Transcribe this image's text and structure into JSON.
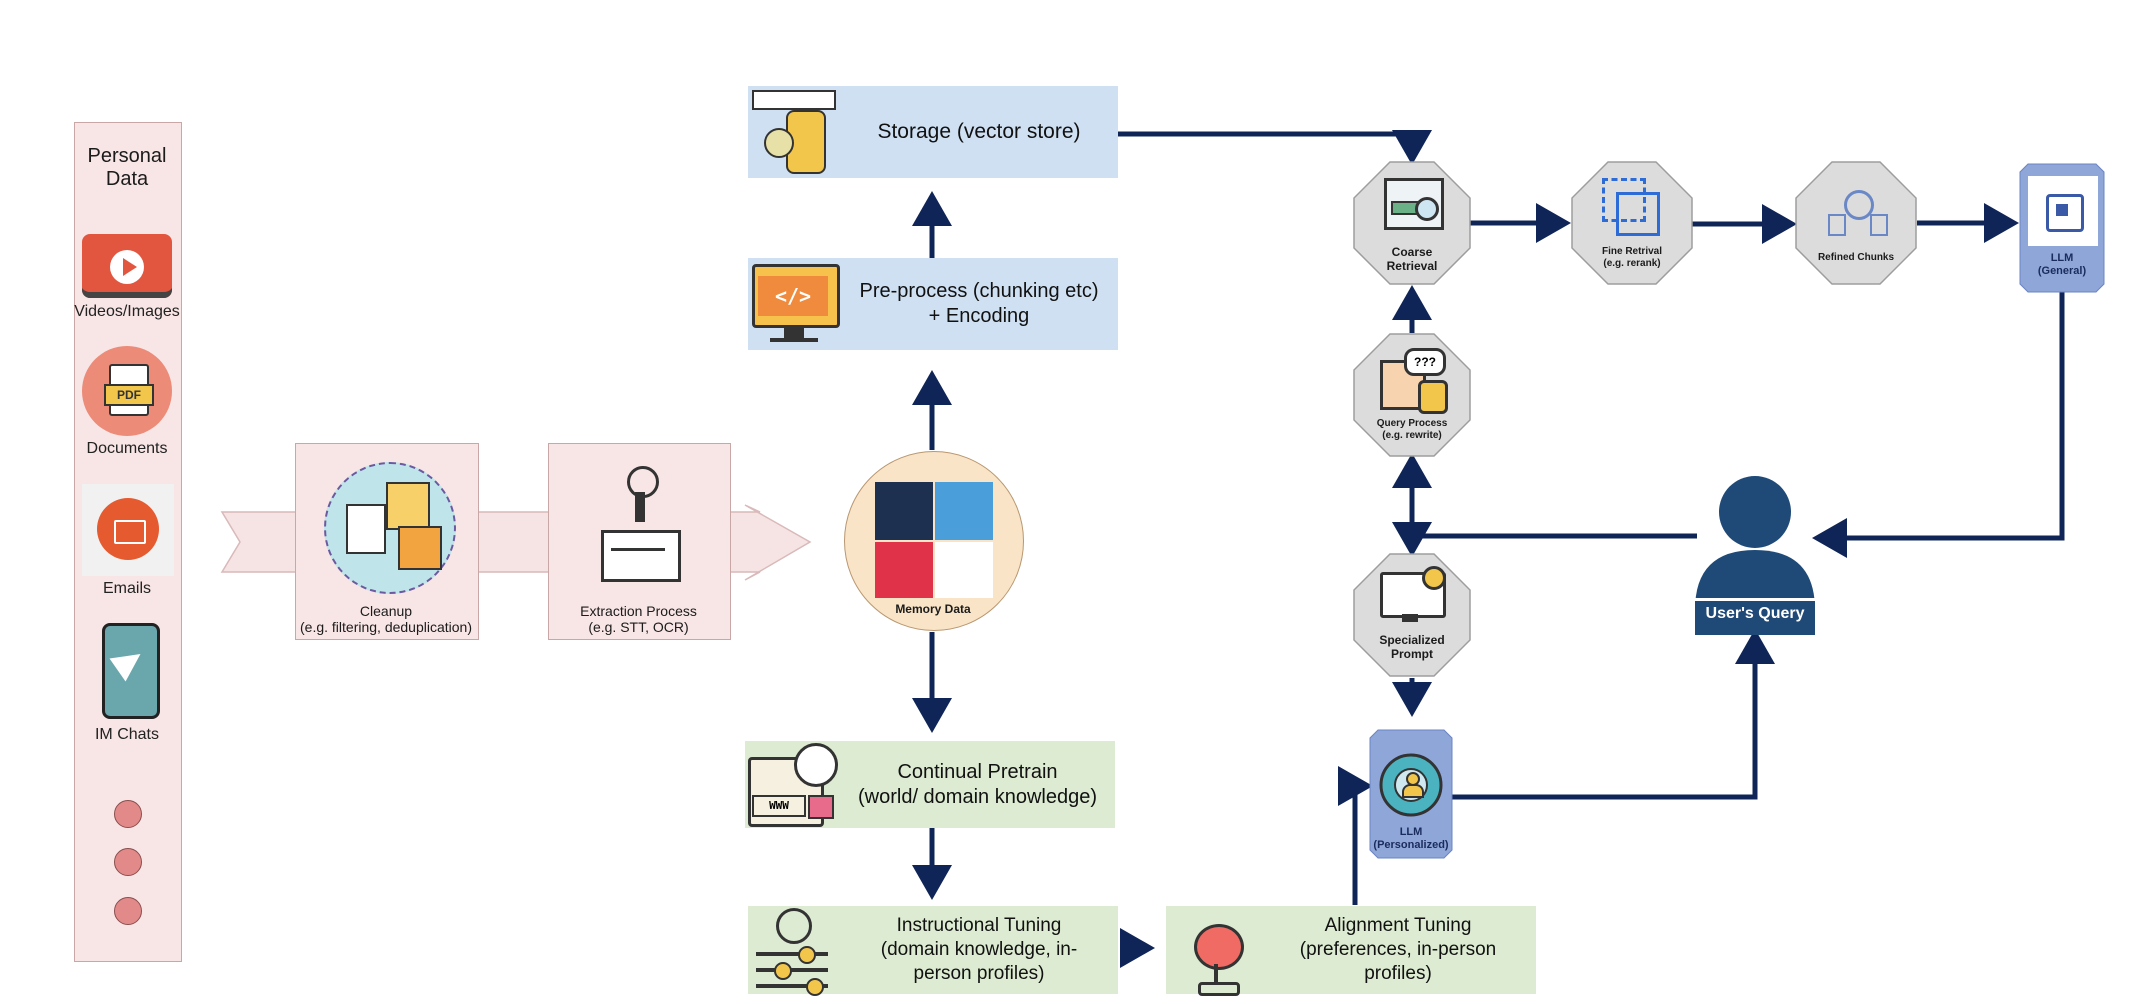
{
  "personal_data": {
    "title": "Personal\nData",
    "items": [
      {
        "label": "Videos/Images",
        "icon": "video-play-icon"
      },
      {
        "label": "Documents",
        "icon": "pdf-document-icon"
      },
      {
        "label": "Emails",
        "icon": "email-icon"
      },
      {
        "label": "IM Chats",
        "icon": "phone-chat-icon"
      }
    ]
  },
  "pipeline": {
    "cleanup": "Cleanup\n(e.g. filtering, deduplication)",
    "extraction": "Extraction Process\n(e.g. STT, OCR)",
    "memory": "Memory Data"
  },
  "boxes": {
    "storage": "Storage (vector store)",
    "preprocess": "Pre-process (chunking etc)\n+ Encoding",
    "pretrain": "Continual Pretrain\n(world/ domain knowledge)",
    "instructional": "Instructional Tuning\n(domain knowledge, in-\nperson profiles)",
    "alignment": "Alignment Tuning\n(preferences, in-person\nprofiles)"
  },
  "retrieval": {
    "coarse": "Coarse\nRetrieval",
    "fine": "Fine Retrival\n(e.g. rerank)",
    "refined": "Refined Chunks",
    "llm_general": "LLM\n(General)",
    "query_process": "Query Process\n(e.g. rewrite)",
    "specialized": "Specialized\nPrompt",
    "llm_personalized": "LLM\n(Personalized)",
    "user_query": "User's Query"
  },
  "colors": {
    "arrow": "#0f2557",
    "blue_box": "#cfe0f3",
    "green_box": "#dcebd1",
    "pink_box": "#f8e5e5",
    "octagon": "#dcdcdc",
    "llm": "#8fa6d9",
    "user": "#1f4a78"
  }
}
